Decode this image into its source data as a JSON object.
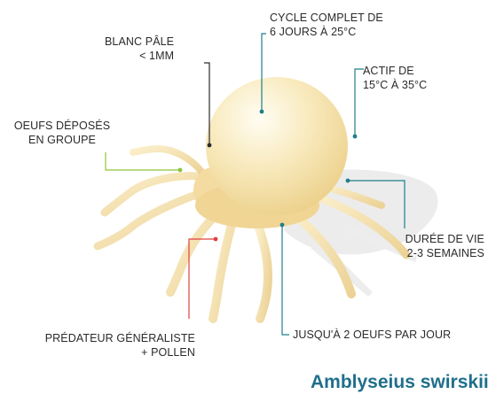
{
  "labels": {
    "blanc_pale": [
      "BLANC PÂLE",
      "< 1MM"
    ],
    "cycle": [
      "CYCLE COMPLET DE",
      "6 JOURS À 25°C"
    ],
    "actif": [
      "ACTIF DE",
      "15°C À 35°C"
    ],
    "oeufs_groupe": [
      "OEUFS DÉPOSÉS",
      "EN GROUPE"
    ],
    "duree_vie": [
      "DURÉE DE VIE",
      "2-3 SEMAINES"
    ],
    "predateur": [
      "PRÉDATEUR GÉNÉRALISTE",
      "+ POLLEN"
    ],
    "oeufs_jour": "JUSQU'À 2 OEUFS PAR JOUR"
  },
  "species_name": "Amblyseius swirskii",
  "colors": {
    "body": "#f7e6b5",
    "leg": "#f3dca2",
    "shadow": "#e6e6e6",
    "line_black": "#2b2b2b",
    "line_teal": "#1f7f88",
    "line_green": "#8cc43d",
    "line_red": "#e0403e",
    "title": "#1f6f8b"
  }
}
